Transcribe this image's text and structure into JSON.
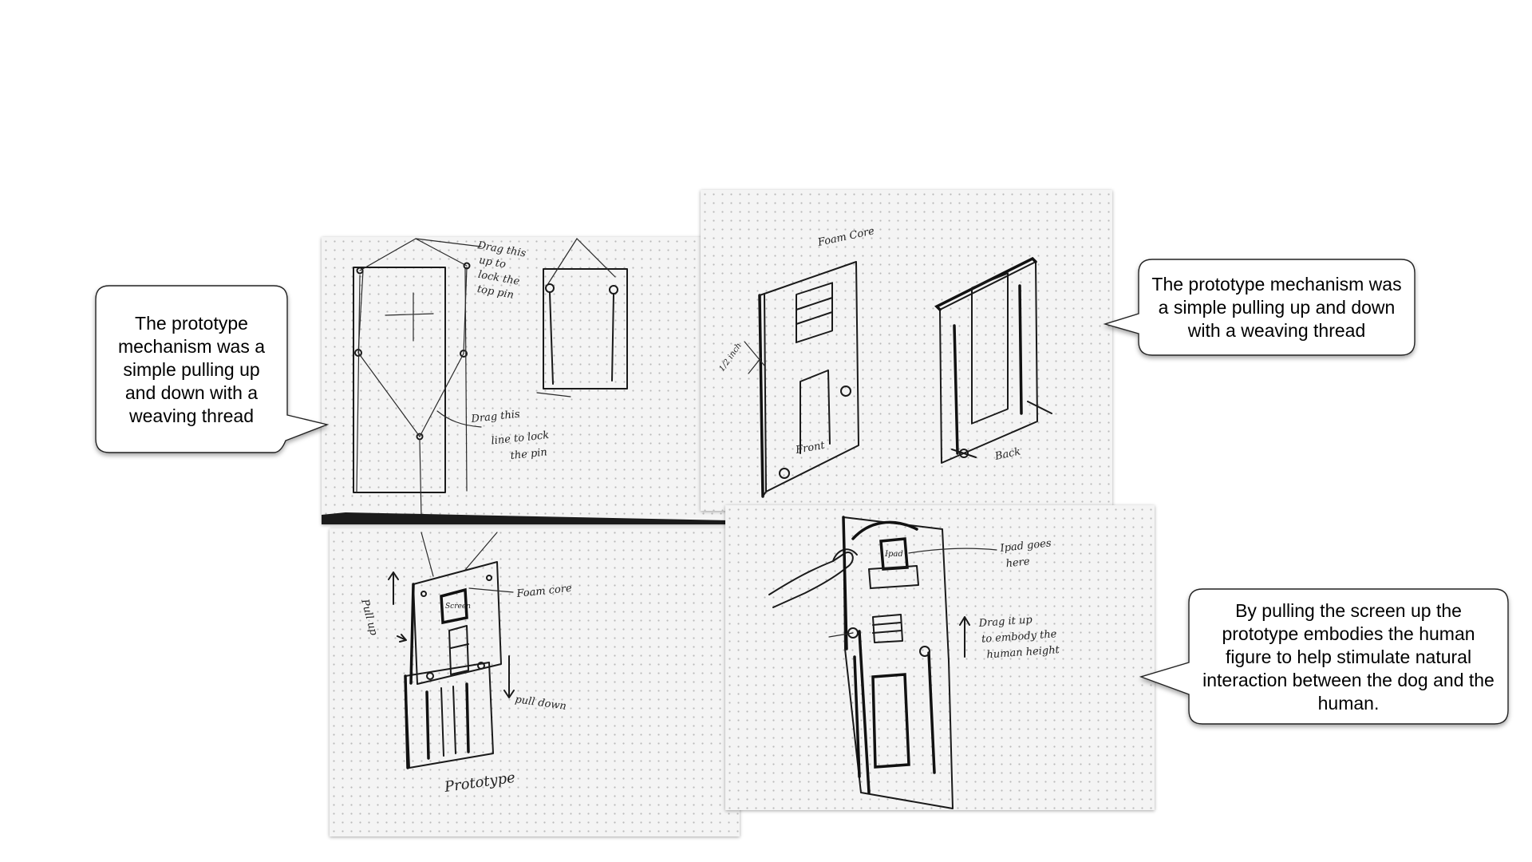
{
  "callouts": {
    "left": "The prototype mechanism was a simple pulling up and down with a weaving thread",
    "right_top": "The prototype mechanism was a simple pulling up and down with a weaving thread",
    "right_bottom": "By pulling the screen up the prototype embodies the human figure to help stimulate natural interaction between the dog and the human."
  },
  "sketch_notes": {
    "sketch1_note1": [
      "Drag this",
      "up to",
      "lock the",
      "top pin"
    ],
    "sketch1_note2": [
      "Drag this",
      "line to lock",
      "the pin"
    ],
    "sketch2_top": "Foam Core",
    "sketch2_side": "1/2 inch",
    "sketch2_front": "Front",
    "sketch2_back": "Back",
    "sketch3_pull_up": "Pull up",
    "sketch3_screen": "Screen",
    "sketch3_foam": "Foam core",
    "sketch3_pull_down": "pull down",
    "sketch3_prototype": "Prototype",
    "sketch4_ipad": "Ipad",
    "sketch4_note1": [
      "Ipad goes",
      "here"
    ],
    "sketch4_note2": [
      "Drag it up",
      "to embody the",
      "human height"
    ]
  },
  "colors": {
    "background": "#ffffff",
    "paper": "#f4f4f4",
    "ink": "#1a1a1a",
    "bubble_border": "#222222"
  }
}
